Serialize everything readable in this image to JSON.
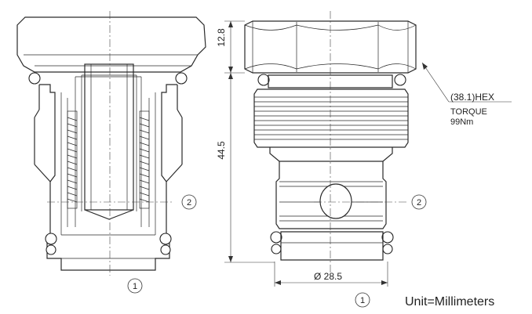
{
  "dimensions": {
    "hex_height": "12.8",
    "body_length": "44.5",
    "diameter": "Ø 28.5"
  },
  "hex_note": {
    "size": "(38.1)HEX",
    "torque_label": "TORQUE",
    "torque_value": "99Nm"
  },
  "callouts": {
    "port_1": "1",
    "port_2": "2"
  },
  "legend": {
    "port_1": "1",
    "unit": "Unit=Millimeters"
  }
}
